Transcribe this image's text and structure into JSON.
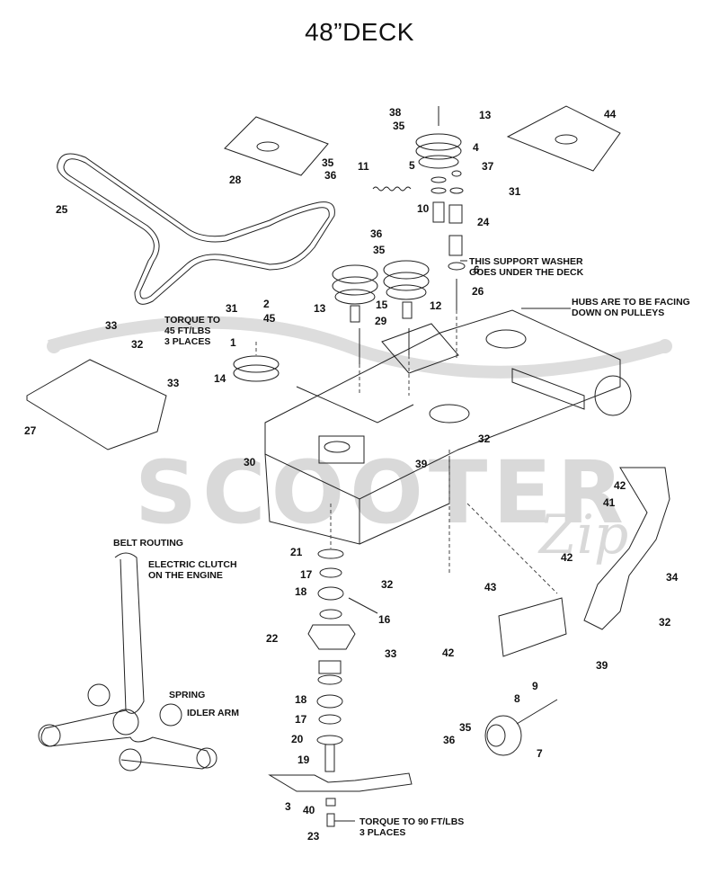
{
  "title": "48”DECK",
  "watermark": {
    "brand": "SCOOTER",
    "script": "Zip"
  },
  "notes": {
    "support_washer": [
      "THIS SUPPORT WASHER",
      "GOES UNDER THE DECK"
    ],
    "hubs_facing": [
      "HUBS ARE TO BE FACING",
      "DOWN ON PULLEYS"
    ],
    "torque_45": [
      "TORQUE TO",
      "45 FT/LBS",
      "3 PLACES"
    ],
    "torque_90": [
      "TORQUE TO 90 FT/LBS",
      "3 PLACES"
    ],
    "belt_routing": "BELT ROUTING",
    "electric_clutch": [
      "ELECTRIC CLUTCH",
      "ON THE ENGINE"
    ],
    "spring": "SPRING",
    "idler_arm": "IDLER ARM"
  },
  "callouts": {
    "c38": "38",
    "c35a": "35",
    "c13a": "13",
    "c44": "44",
    "c4": "4",
    "c5": "5",
    "c37": "37",
    "c11": "11",
    "c31a": "31",
    "c10": "10",
    "c24": "24",
    "c35b": "35",
    "c36a": "36",
    "c28": "28",
    "c25": "25",
    "c36b": "36",
    "c35c": "35",
    "c6": "6",
    "c26": "26",
    "c13b": "13",
    "c15": "15",
    "c12": "12",
    "c29": "29",
    "c31b": "31",
    "c2": "2",
    "c45": "45",
    "c1": "1",
    "c33a": "33",
    "c32a": "32",
    "c33b": "33",
    "c14": "14",
    "c27": "27",
    "c30": "30",
    "c39a": "39",
    "c32b": "32",
    "c42a": "42",
    "c41": "41",
    "c42b": "42",
    "c34": "34",
    "c43": "43",
    "c32c": "32",
    "c42c": "42",
    "c39b": "39",
    "c21": "21",
    "c17a": "17",
    "c18a": "18",
    "c32d": "32",
    "c16": "16",
    "c22": "22",
    "c33c": "33",
    "c18b": "18",
    "c17b": "17",
    "c20": "20",
    "c19": "19",
    "c3": "3",
    "c40": "40",
    "c23": "23",
    "c9": "9",
    "c8": "8",
    "c35d": "35",
    "c36c": "36",
    "c7": "7"
  }
}
